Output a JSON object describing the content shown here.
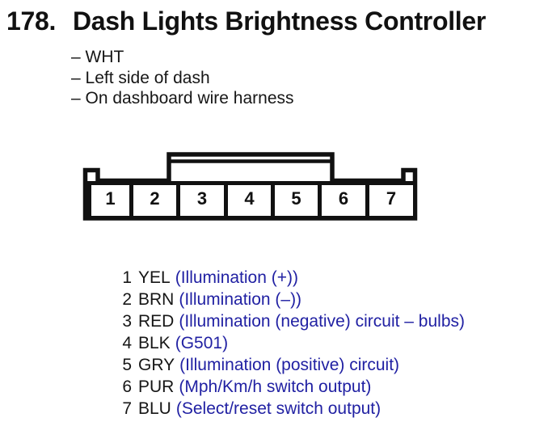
{
  "page": {
    "number": "178.",
    "title": "Dash Lights Brightness Controller",
    "notes": [
      "– WHT",
      "– Left side of dash",
      "– On dashboard wire harness"
    ]
  },
  "connector": {
    "pins": [
      "1",
      "2",
      "3",
      "4",
      "5",
      "6",
      "7"
    ]
  },
  "pinout": {
    "rows": [
      {
        "pin": "1",
        "wire": "YEL",
        "desc": "(Illumination (+))"
      },
      {
        "pin": "2",
        "wire": "BRN",
        "desc": "(Illumination (–))"
      },
      {
        "pin": "3",
        "wire": "RED",
        "desc": "(Illumination (negative) circuit – bulbs)"
      },
      {
        "pin": "4",
        "wire": "BLK",
        "desc": "(G501)"
      },
      {
        "pin": "5",
        "wire": "GRY",
        "desc": "(Illumination (positive) circuit)"
      },
      {
        "pin": "6",
        "wire": "PUR",
        "desc": "(Mph/Km/h switch output)"
      },
      {
        "pin": "7",
        "wire": "BLU",
        "desc": "(Select/reset switch output)"
      }
    ]
  },
  "colors": {
    "ink": "#161616",
    "diagram_line": "#111111",
    "function_blue": "#2121a3",
    "background": "#ffffff"
  }
}
